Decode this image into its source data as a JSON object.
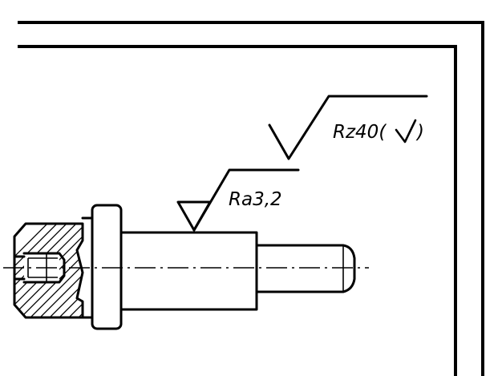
{
  "annotations": {
    "general_roughness": "Rz40(",
    "local_roughness": "Ra3,2"
  },
  "icons": {
    "roughness_symbol": "surface-roughness-check-mark",
    "machined_surface_symbol": "surface-roughness-triangle"
  }
}
